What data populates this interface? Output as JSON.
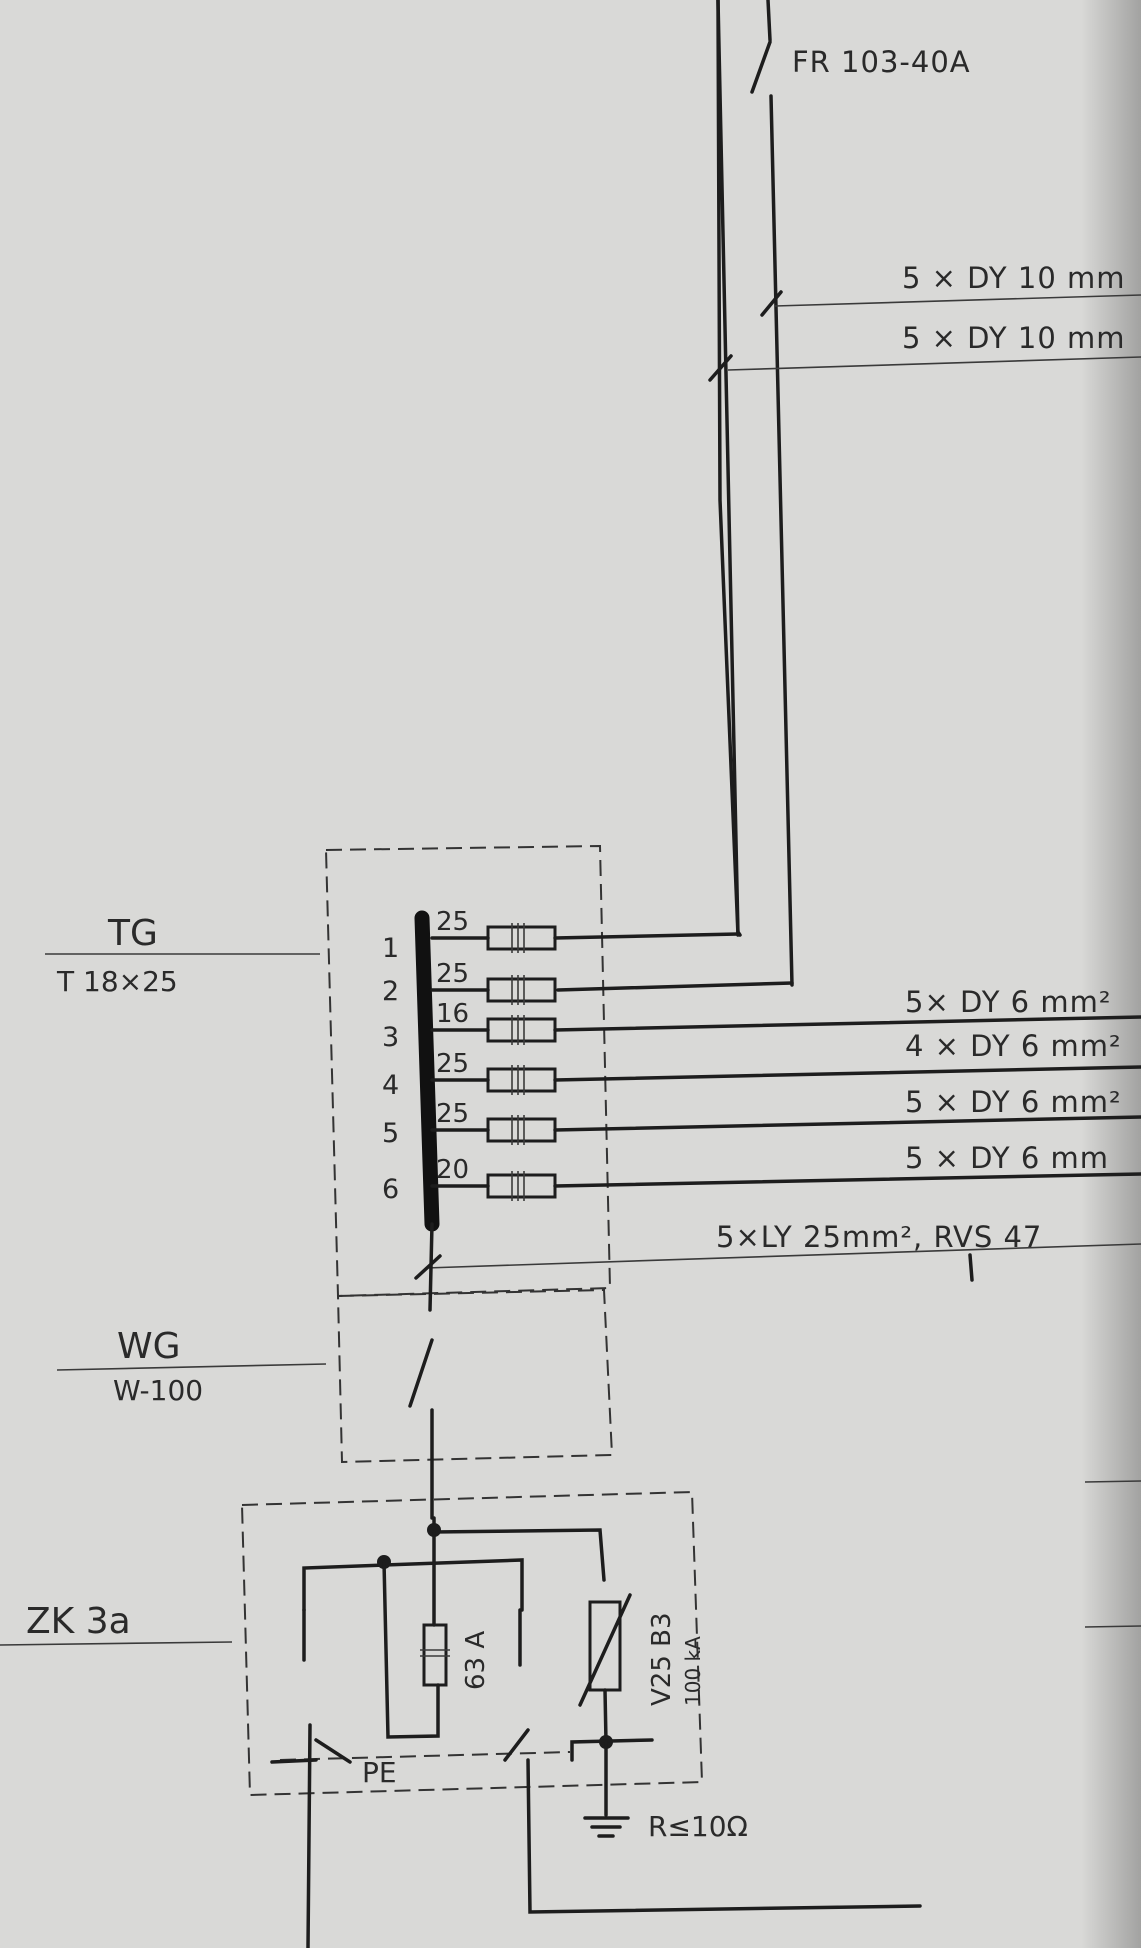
{
  "main_fuse": {
    "label": "FR 103-40A"
  },
  "feeder_cables": [
    {
      "label": "5 × DY 10 mm"
    },
    {
      "label": "5 × DY 10 mm"
    }
  ],
  "tg": {
    "tag": "TG",
    "type": "T 18×25",
    "circuits": [
      {
        "pin": "1",
        "rating": "25",
        "cable": ""
      },
      {
        "pin": "2",
        "rating": "25",
        "cable": ""
      },
      {
        "pin": "3",
        "rating": "16",
        "cable": "5× DY 6 mm²"
      },
      {
        "pin": "4",
        "rating": "25",
        "cable": "4 × DY 6 mm²"
      },
      {
        "pin": "5",
        "rating": "25",
        "cable": "5 × DY 6 mm²"
      },
      {
        "pin": "6",
        "rating": "20",
        "cable": "5 × DY 6 mm"
      }
    ],
    "supply_cable": "5×LY 25mm², RVS 47"
  },
  "wg": {
    "tag": "WG",
    "type": "W-100"
  },
  "zk": {
    "tag": "ZK 3a",
    "fuse_rating": "63 A",
    "arrester_type": "V25 B3",
    "arrester_rating": "100 kA",
    "pe_label": "PE",
    "earth_label": "R≤10Ω"
  }
}
